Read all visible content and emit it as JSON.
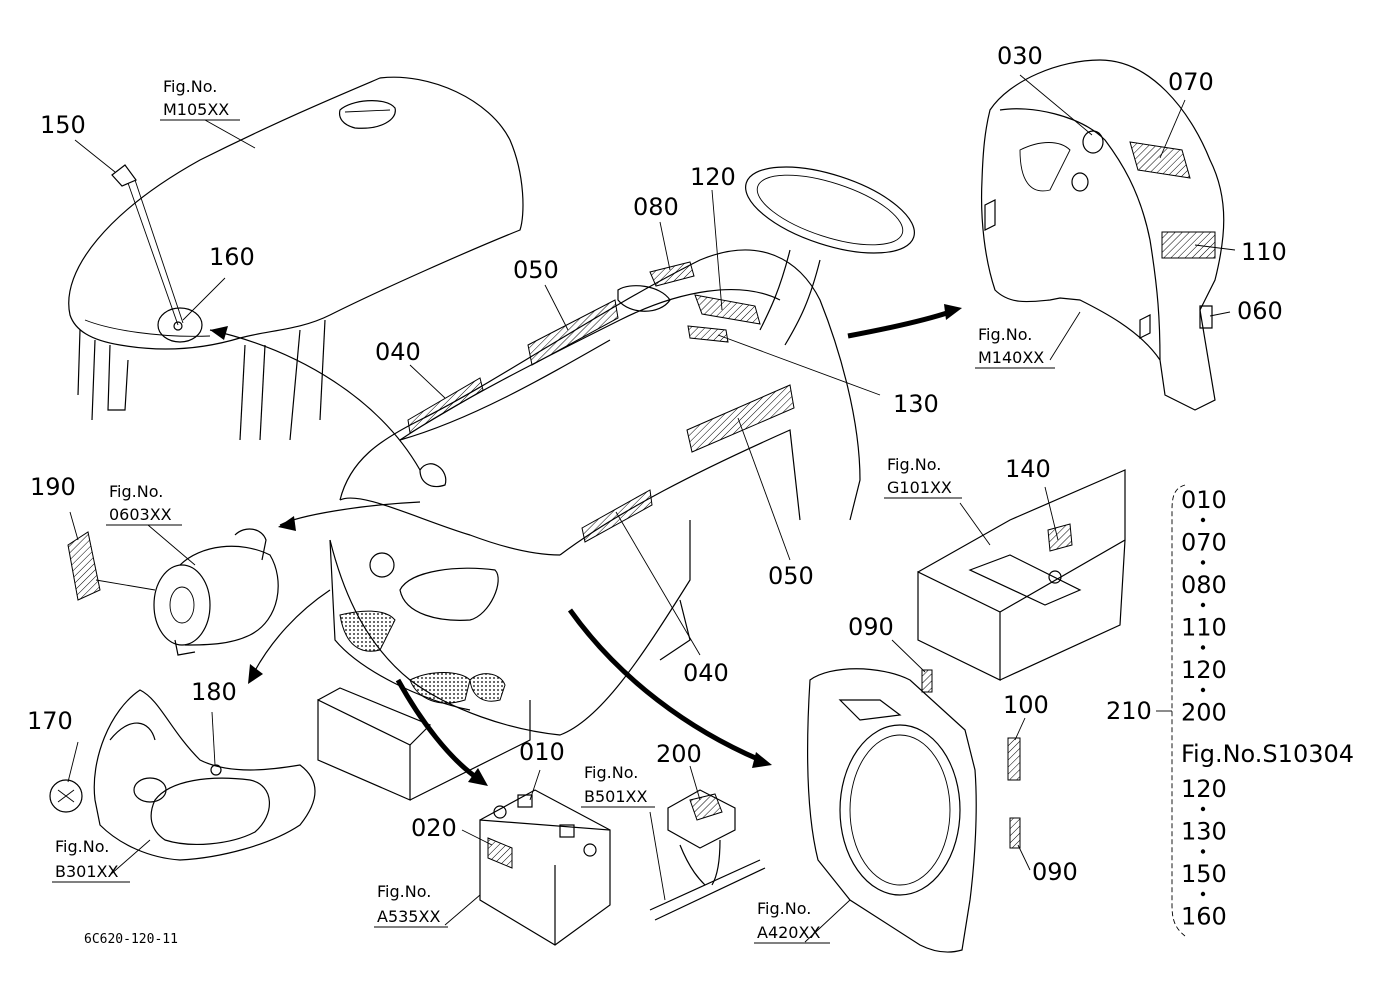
{
  "figure_refs": {
    "hood": {
      "line1": "Fig.No.",
      "line2": "M105XX"
    },
    "rear_cover": {
      "line1": "Fig.No.",
      "line2": "M140XX"
    },
    "frame": {
      "line1": "Fig.No.",
      "line2": "G101XX"
    },
    "air_cleaner": {
      "line1": "Fig.No.",
      "line2": "0603XX"
    },
    "grille": {
      "line1": "Fig.No.",
      "line2": "B301XX"
    },
    "battery": {
      "line1": "Fig.No.",
      "line2": "A535XX"
    },
    "harness": {
      "line1": "Fig.No.",
      "line2": "B501XX"
    },
    "shroud": {
      "line1": "Fig.No.",
      "line2": "A420XX"
    }
  },
  "part_numbers": {
    "p150": "150",
    "p160": "160",
    "p040a": "040",
    "p050a": "050",
    "p080": "080",
    "p120": "120",
    "p130": "130",
    "p050b": "050",
    "p040b": "040",
    "p030": "030",
    "p070": "070",
    "p110": "110",
    "p060": "060",
    "p140": "140",
    "p190": "190",
    "p180": "180",
    "p170": "170",
    "p010": "010",
    "p020": "020",
    "p200": "200",
    "p090a": "090",
    "p100": "100",
    "p090b": "090"
  },
  "set_210": {
    "label": "210",
    "items": [
      "010",
      "070",
      "080",
      "110",
      "120",
      "200"
    ],
    "fig_ref": "Fig.No.S10304",
    "items_after": [
      "120",
      "130",
      "150",
      "160"
    ]
  },
  "drawing_code": "6C620-120-11"
}
